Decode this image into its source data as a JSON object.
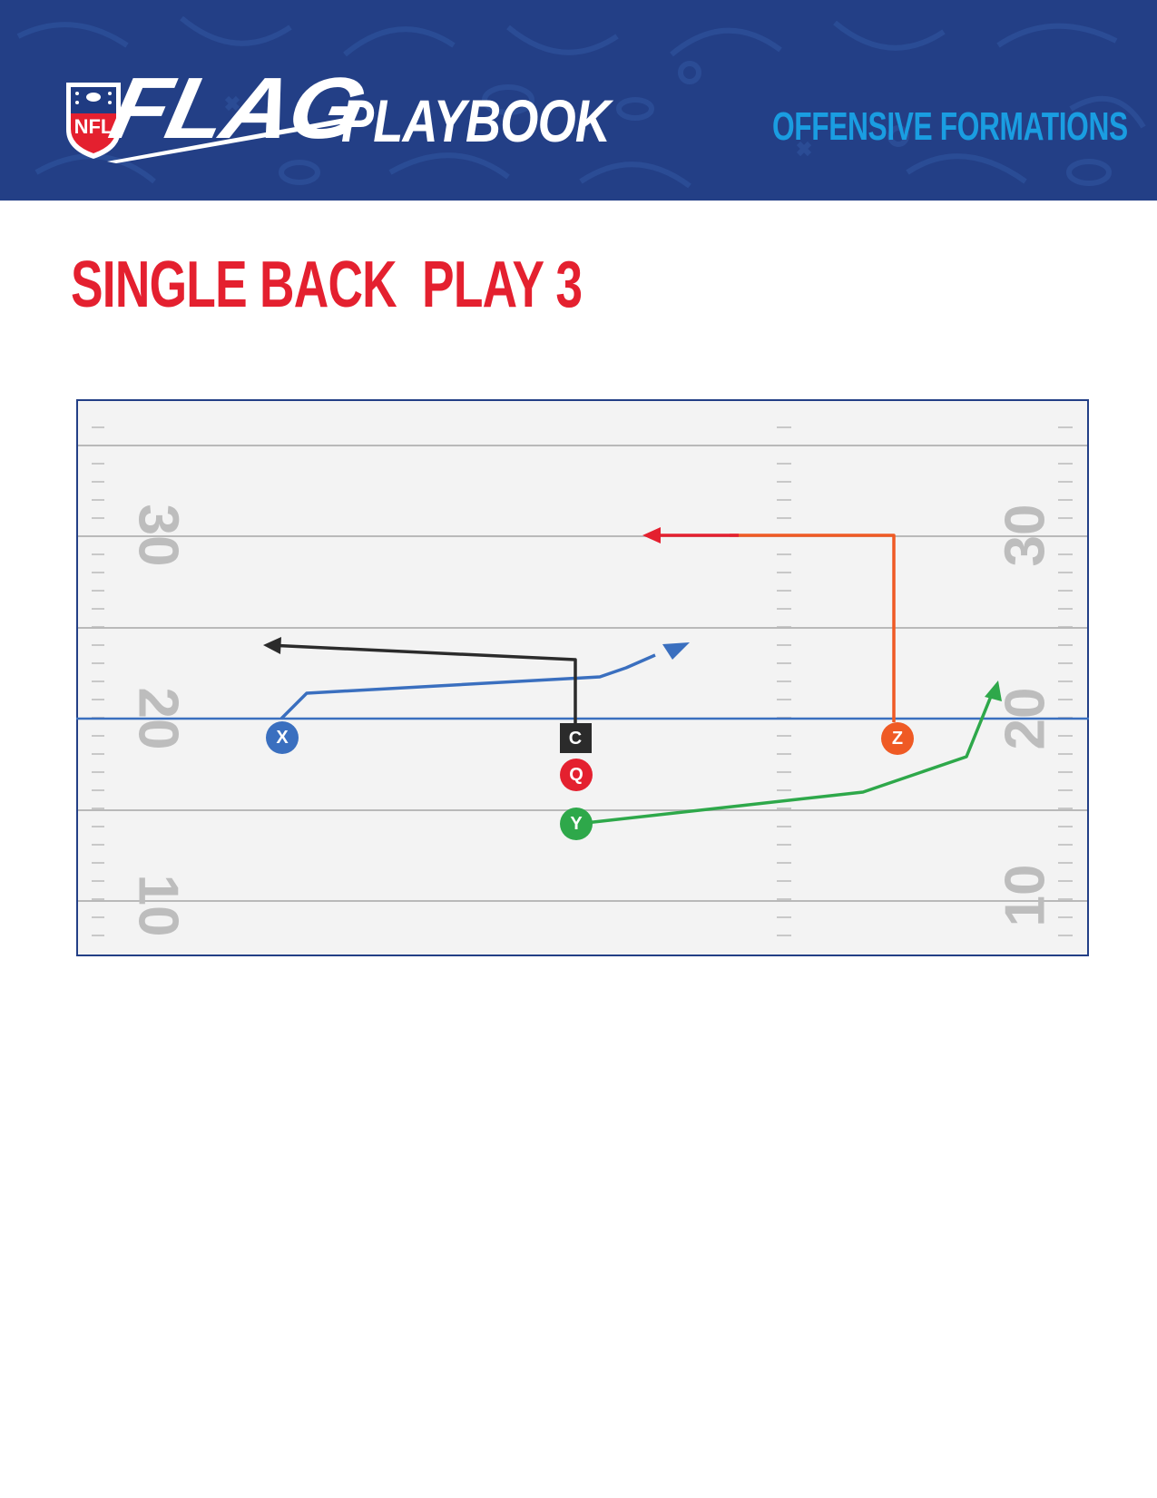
{
  "header": {
    "logo_badge": "NFL",
    "brand_word": "FLAG",
    "product_word": "PLAYBOOK",
    "section": "OFFENSIVE FORMATIONS"
  },
  "play": {
    "title": "SINGLE BACK  PLAY 3"
  },
  "field": {
    "yard_numbers": [
      "30",
      "20",
      "10"
    ],
    "players": [
      {
        "label": "X",
        "role": "receiver",
        "color": "#3a6fbf",
        "shape": "circle"
      },
      {
        "label": "C",
        "role": "center",
        "color": "#2b2b2b",
        "shape": "square"
      },
      {
        "label": "Q",
        "role": "quarterback",
        "color": "#e4202f",
        "shape": "circle"
      },
      {
        "label": "Y",
        "role": "receiver",
        "color": "#2ea84a",
        "shape": "circle"
      },
      {
        "label": "Z",
        "role": "receiver",
        "color": "#ef5a24",
        "shape": "circle"
      }
    ],
    "colors": {
      "field": "#f3f3f3",
      "border": "#233f86",
      "line_of_scrimmage": "#3a6fbf",
      "yard_line": "#b9b9b9",
      "yard_number": "#bdbdbd",
      "route_x": "#3a6fbf",
      "route_c": "#2b2b2b",
      "route_y": "#2ea84a",
      "route_z_stem": "#ef5a24",
      "route_z_break": "#e4202f"
    }
  }
}
